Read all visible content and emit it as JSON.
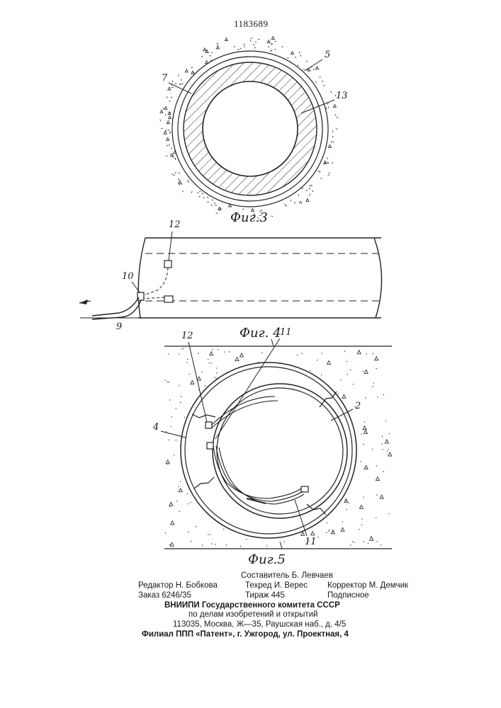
{
  "patent_number": "1183689",
  "figures": {
    "fig3": {
      "caption": "Фиг.3",
      "labels": {
        "l7": "7",
        "l5": "5",
        "l13": "13"
      }
    },
    "fig4": {
      "caption": "Фиг. 4",
      "labels": {
        "l12": "12",
        "l10": "10",
        "l9": "9"
      }
    },
    "fig5": {
      "caption": "Фиг.5",
      "labels": {
        "l12": "12",
        "l11a": "11",
        "l4": "4",
        "l2": "2",
        "l11b": "11"
      }
    }
  },
  "colophon": {
    "compiler": "Составитель Б. Левчаев",
    "editor": "Редактор Н. Бобкова",
    "techred": "Техред И. Верес",
    "corrector": "Корректор М. Демчик",
    "order": "Заказ 6246/35",
    "circulation": "Тираж 445",
    "subscription": "Подписное",
    "institute": "ВНИИПИ Государственного комитета СССР",
    "affairs": "по делам изобретений и открытий",
    "address": "113035, Москва, Ж—35, Раушская наб., д. 4/5",
    "branch": "Филиал ППП «Патент», г. Ужгород, ул. Проектная, 4"
  }
}
